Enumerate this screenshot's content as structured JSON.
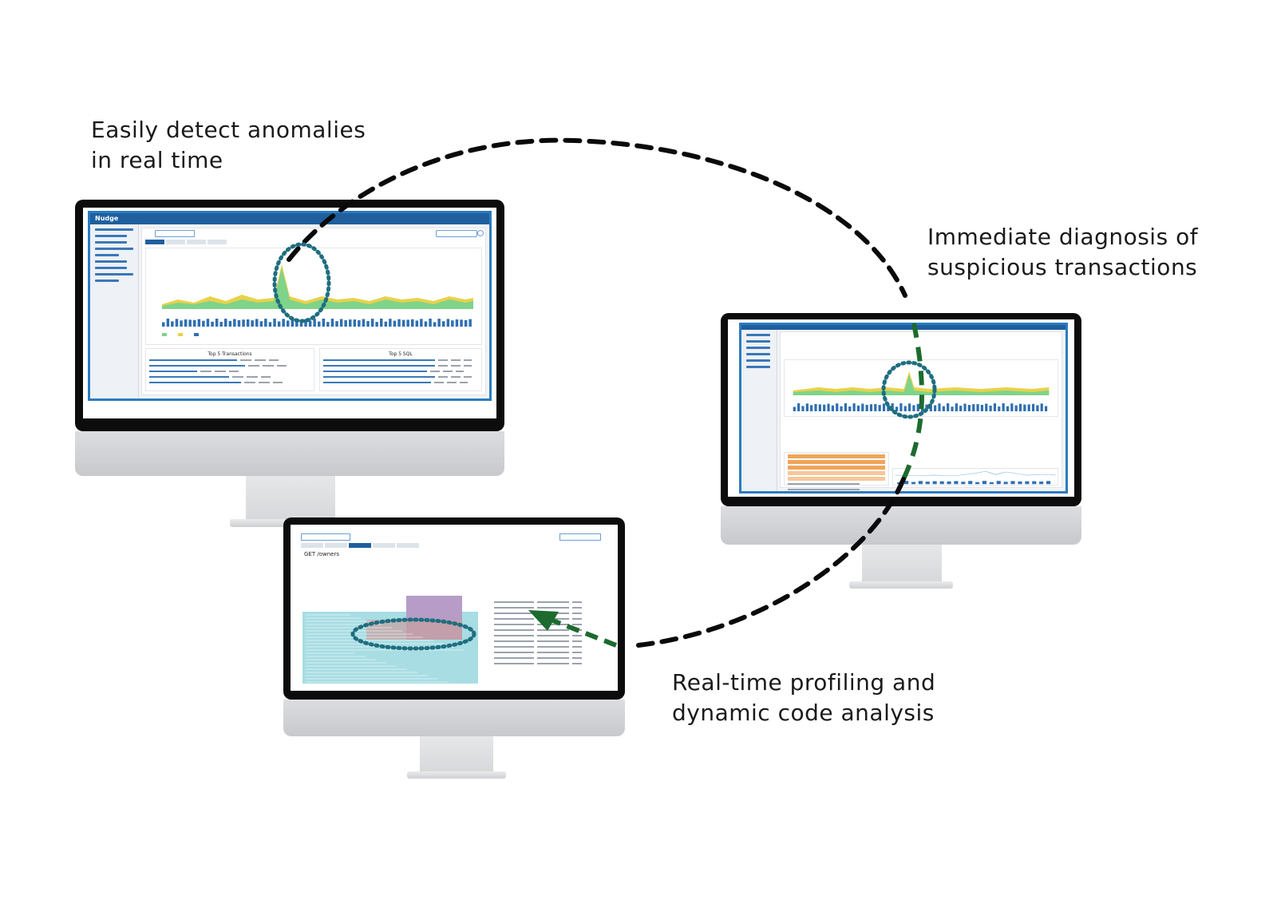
{
  "captions": {
    "anomalies": [
      "Easily detect anomalies",
      "in real time"
    ],
    "diagnosis": [
      "Immediate diagnosis of",
      "suspicious transactions"
    ],
    "profiling": [
      "Real-time profiling and",
      "dynamic code analysis"
    ]
  },
  "screens": {
    "dashboard": {
      "logo": "Nudge",
      "table_titles": [
        "Top 5 Transactions",
        "Top 5 SQL"
      ]
    },
    "transaction": {
      "logo": ""
    },
    "profiling": {
      "logo": "",
      "title": "GET /owners"
    }
  },
  "colors": {
    "brand_blue": "#1f5f9e",
    "chart_green": "#7fd38a",
    "chart_yellow": "#e8d24a",
    "bar_blue": "#2f6fb0",
    "flame_teal": "#a8dde3",
    "flame_purple": "#b69cc6",
    "highlight_teal": "#1f6e80",
    "arrow_green": "#1d6b2e",
    "dash_black": "#0a0a0a"
  },
  "icons": [
    "refresh-icon",
    "dashed-ellipse-highlight",
    "dashed-arrow"
  ]
}
